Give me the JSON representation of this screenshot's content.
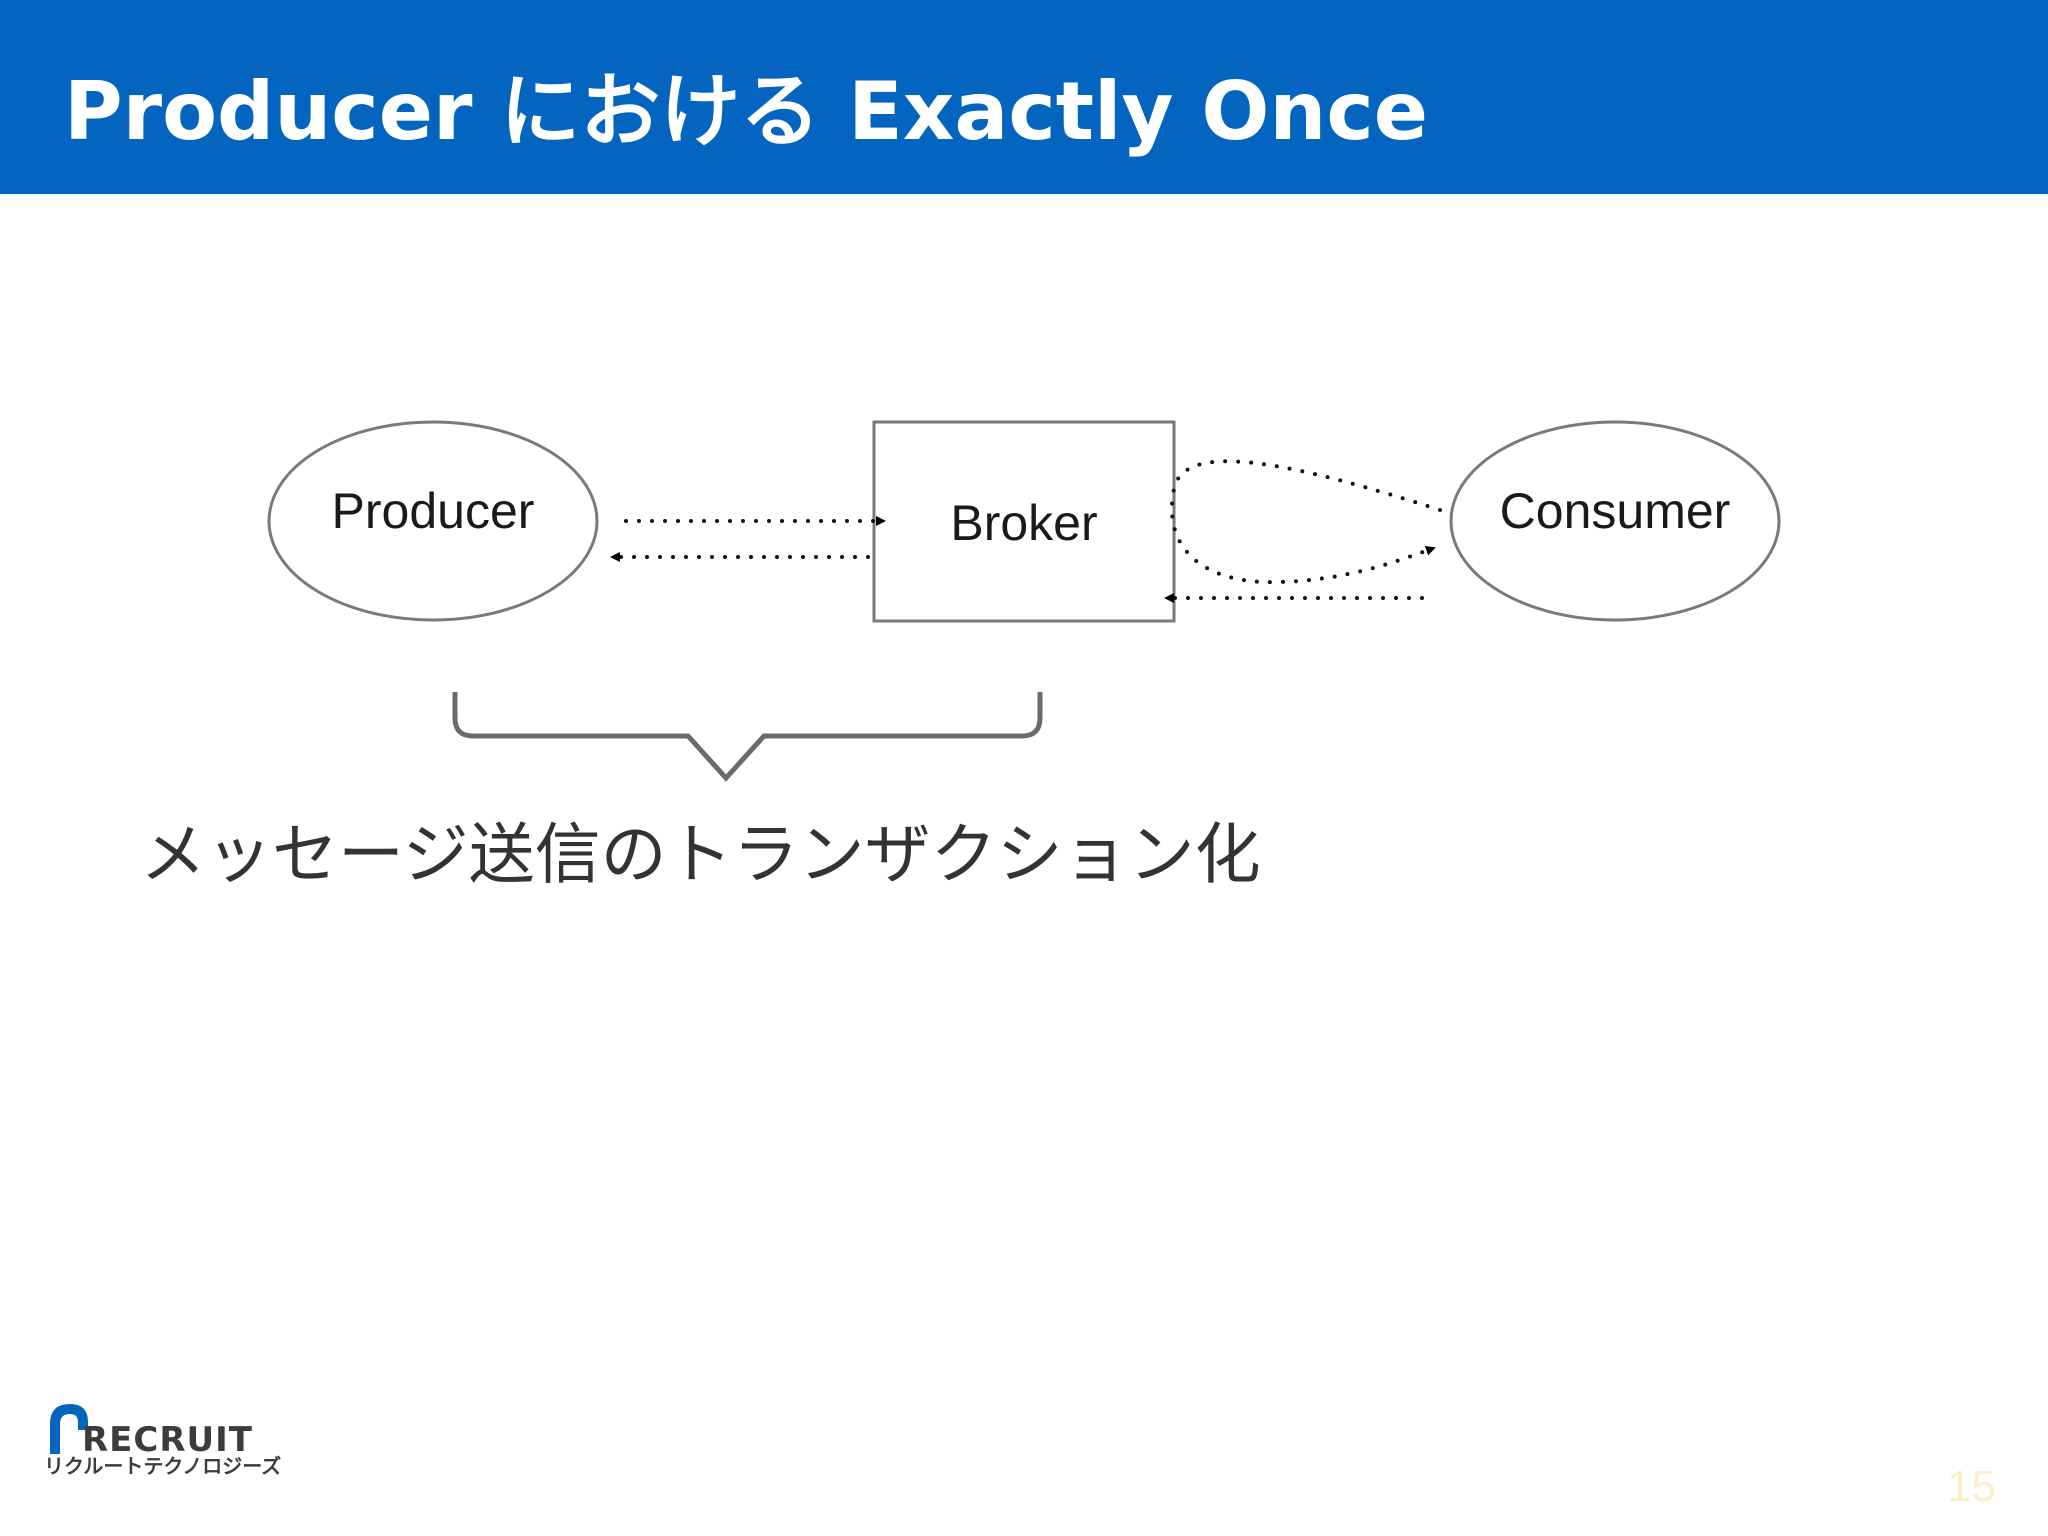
{
  "slide": {
    "title": "Producer における Exactly Once",
    "caption": "メッセージ送信のトランザクション化",
    "page_number": "15"
  },
  "diagram": {
    "nodes": {
      "producer": "Producer",
      "broker": "Broker",
      "consumer": "Consumer"
    }
  },
  "logo": {
    "word": "RECRUIT",
    "subtitle": "リクルートテクノロジーズ"
  },
  "colors": {
    "header": "#0365c0",
    "outline": "#7a7a7a",
    "brace": "#6b6b6b",
    "logo_blue": "#0365c0"
  }
}
